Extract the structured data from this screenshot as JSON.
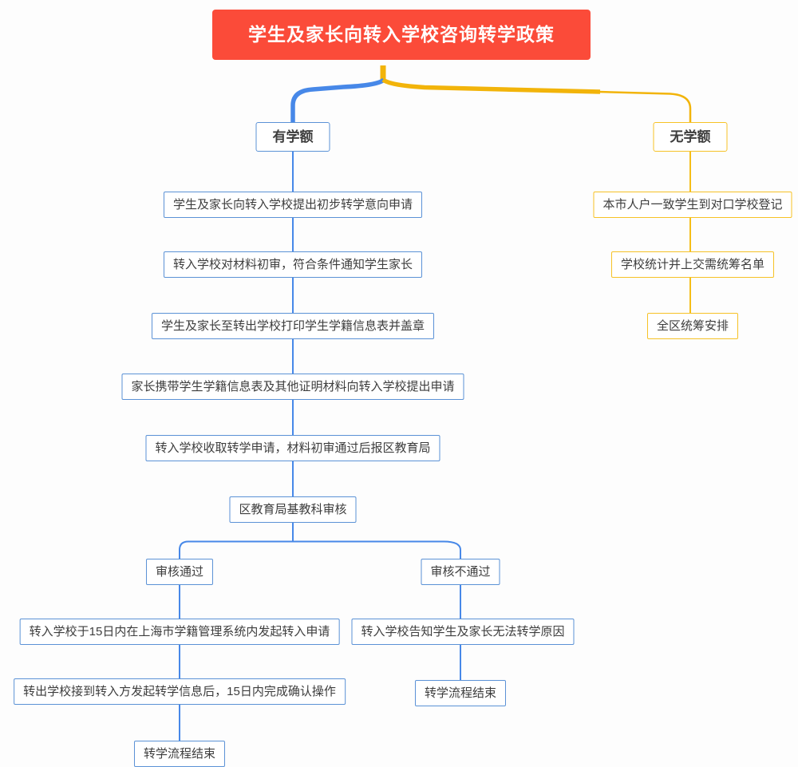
{
  "title": "学生及家长向转入学校咨询转学政策",
  "palette": {
    "title_bg": "#fb4b39",
    "title_text": "#ffffff",
    "blue_line": "#4788e8",
    "blue_border": "#5b92d6",
    "yellow_line": "#f2b40a",
    "yellow_border": "#f6c226",
    "node_text": "#3d3d3d",
    "node_bg": "#ffffff",
    "background": "#fdfdfd"
  },
  "branches": {
    "left": {
      "label": "有学额",
      "steps": [
        "学生及家长向转入学校提出初步转学意向申请",
        "转入学校对材料初审，符合条件通知学生家长",
        "学生及家长至转出学校打印学生学籍信息表并盖章",
        "家长携带学生学籍信息表及其他证明材料向转入学校提出申请",
        "转入学校收取转学申请，材料初审通过后报区教育局",
        "区教育局基教科审核"
      ],
      "outcomes": {
        "pass": {
          "label": "审核通过",
          "steps": [
            "转入学校于15日内在上海市学籍管理系统内发起转入申请",
            "转出学校接到转入方发起转学信息后，15日内完成确认操作",
            "转学流程结束"
          ]
        },
        "fail": {
          "label": "审核不通过",
          "steps": [
            "转入学校告知学生及家长无法转学原因",
            "转学流程结束"
          ]
        }
      }
    },
    "right": {
      "label": "无学额",
      "steps": [
        "本市人户一致学生到对口学校登记",
        "学校统计并上交需统筹名单",
        "全区统筹安排"
      ]
    }
  }
}
